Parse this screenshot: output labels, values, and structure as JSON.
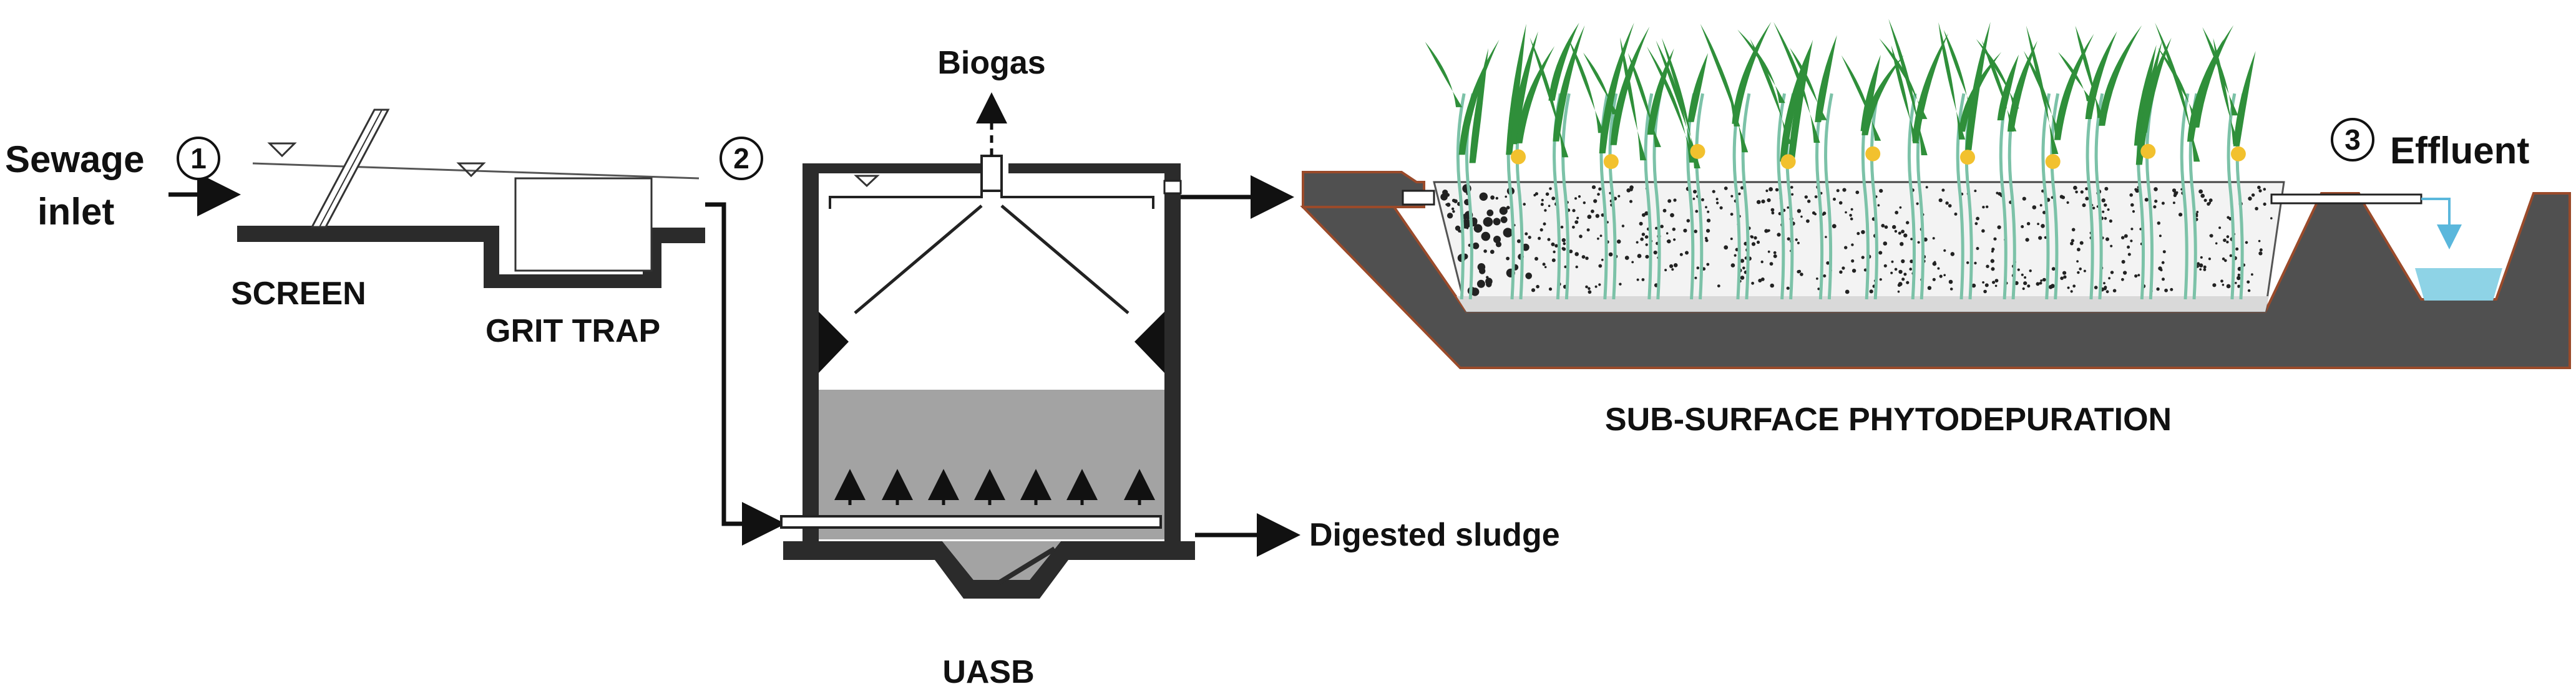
{
  "labels": {
    "sewage_inlet_line1": "Sewage",
    "sewage_inlet_line2": "inlet",
    "screen": "SCREEN",
    "grit_trap": "GRIT TRAP",
    "biogas": "Biogas",
    "uasb": "UASB",
    "digested_sludge": "Digested sludge",
    "phytodepuration": "SUB-SURFACE PHYTODEPURATION",
    "effluent": "Effluent"
  },
  "markers": [
    "1",
    "2",
    "3"
  ],
  "colors": {
    "line": "#1a1a1a",
    "wall_dark": "#2b2b2b",
    "sludge_blanket": "#a3a3a3",
    "bed_wall": "#505050",
    "bed_rim": "#9a4a2a",
    "gravel_bed": "#f3f3f3",
    "gravel_bottom": "#d9d9d9",
    "water": "#8ed3e6",
    "effluent_arrow": "#5ab7dc",
    "plant_leaf": "#2f8f3a",
    "plant_stem": "#7cc2a8",
    "flower": "#f2c12e"
  }
}
